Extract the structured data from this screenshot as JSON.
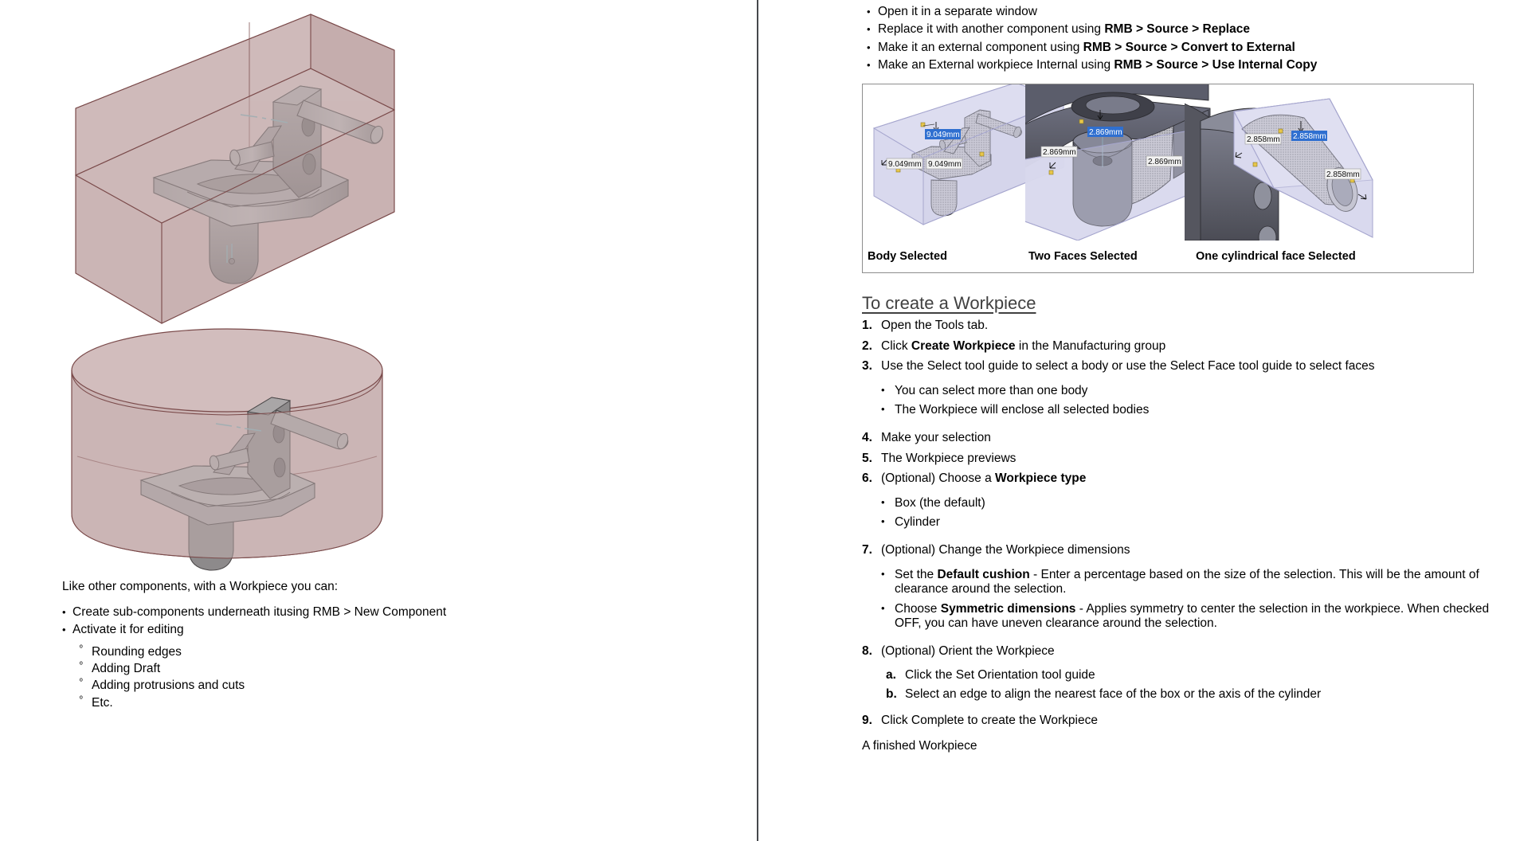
{
  "left_column": {
    "figures": [
      {
        "name": "box-workpiece-illustration",
        "type": "box",
        "alt": "Part enclosed in a transparent pink rectangular box workpiece"
      },
      {
        "name": "cylinder-workpiece-illustration",
        "type": "cylinder",
        "alt": "Part enclosed in a transparent pink cylindrical workpiece"
      }
    ],
    "lead_line": "Like other components, with a Workpiece you can:",
    "bullets": [
      {
        "marker": "•",
        "text": "Create sub-components underneath itusing RMB > New Component"
      },
      {
        "marker": "•",
        "text": "Activate it for editing"
      }
    ],
    "sub_bullets": [
      {
        "marker": "º",
        "text": "Rounding edges"
      },
      {
        "marker": "º",
        "text": "Adding Draft"
      },
      {
        "marker": "º",
        "text": "Adding protrusions and cuts"
      },
      {
        "marker": "º",
        "text": "Etc."
      }
    ]
  },
  "right_column": {
    "top_bullets": [
      {
        "marker": "•",
        "plain_prefix": "Open it in a separate window",
        "bold": "",
        "plain_suffix": ""
      },
      {
        "marker": "•",
        "plain_prefix": "Replace it with another component using ",
        "bold": "RMB > Source > Replace",
        "plain_suffix": ""
      },
      {
        "marker": "•",
        "plain_prefix": "Make it an external component using ",
        "bold": "RMB > Source > Convert to External",
        "plain_suffix": ""
      },
      {
        "marker": "•",
        "plain_prefix": "Make an External workpiece Internal using ",
        "bold": "RMB > Source > Use Internal Copy",
        "plain_suffix": ""
      }
    ],
    "image_panel": {
      "captions": [
        "Body Selected",
        "Two Faces Selected",
        "One cylindrical face Selected"
      ],
      "figures": [
        {
          "name": "body-selected-figure",
          "dimension_labels": [
            {
              "value": "9.049mm",
              "highlighted": true
            },
            {
              "value": "9.049mm",
              "highlighted": false
            },
            {
              "value": "9.049mm",
              "highlighted": false
            }
          ]
        },
        {
          "name": "two-faces-selected-figure",
          "dimension_labels": [
            {
              "value": "2.869mm",
              "highlighted": true
            },
            {
              "value": "2.869mm",
              "highlighted": false
            },
            {
              "value": "2.869mm",
              "highlighted": false
            }
          ]
        },
        {
          "name": "one-cylindrical-face-selected-figure",
          "dimension_labels": [
            {
              "value": "2.858mm",
              "highlighted": true
            },
            {
              "value": "2.858mm",
              "highlighted": false
            },
            {
              "value": "2.858mm",
              "highlighted": false
            }
          ]
        }
      ]
    },
    "section_heading": "To create a Workpiece",
    "steps": [
      {
        "num": "1.",
        "plain_prefix": "Open the Tools tab.",
        "bold": "",
        "plain_suffix": ""
      },
      {
        "num": "2.",
        "plain_prefix": "Click ",
        "bold": "Create Workpiece",
        "plain_suffix": " in the Manufacturing group"
      },
      {
        "num": "3.",
        "plain_prefix": "Use the Select tool guide to select a body or use the Select Face tool guide to select faces",
        "bold": "",
        "plain_suffix": ""
      }
    ],
    "step3_sub": [
      {
        "marker": "•",
        "text": "You can select more than one body"
      },
      {
        "marker": "•",
        "text": "The Workpiece will enclose all selected bodies"
      }
    ],
    "steps_mid": [
      {
        "num": "4.",
        "plain_prefix": "Make your selection",
        "bold": "",
        "plain_suffix": ""
      },
      {
        "num": "5.",
        "plain_prefix": "The Workpiece previews",
        "bold": "",
        "plain_suffix": ""
      },
      {
        "num": "6.",
        "plain_prefix": "(Optional) Choose a ",
        "bold": "Workpiece type",
        "plain_suffix": ""
      }
    ],
    "step6_sub": [
      {
        "marker": "•",
        "text": "Box (the default)"
      },
      {
        "marker": "•",
        "text": "Cylinder"
      }
    ],
    "step7": {
      "num": "7.",
      "plain_prefix": "(Optional) Change the Workpiece dimensions",
      "bold": "",
      "plain_suffix": ""
    },
    "step7_sub": [
      {
        "marker": "•",
        "plain_prefix": "Set the ",
        "bold": "Default cushion",
        "plain_suffix": " - Enter a percentage based on the size of the selection. This will be the amount of clearance around the selection."
      },
      {
        "marker": "•",
        "plain_prefix": "Choose ",
        "bold": "Symmetric dimensions",
        "plain_suffix": " - Applies symmetry to center the selection in the workpiece. When checked OFF, you can have uneven clearance around the selection."
      }
    ],
    "step8": {
      "num": "8.",
      "plain_prefix": "(Optional) Orient the Workpiece",
      "bold": "",
      "plain_suffix": ""
    },
    "step8_sub": [
      {
        "letter": "a.",
        "text": "Click the Set Orientation tool guide"
      },
      {
        "letter": "b.",
        "text": "Select an edge to align the nearest face of the box or the axis of the cylinder"
      }
    ],
    "step9": {
      "num": "9.",
      "plain_prefix": "Click Complete to create the Workpiece",
      "bold": "",
      "plain_suffix": ""
    },
    "closing_note": "A finished Workpiece"
  },
  "colors": {
    "page_background": "#ffffff",
    "text": "#000000",
    "heading": "#404040",
    "divider": "#45484c",
    "panel_border": "#8d8d8d",
    "workpiece_pink_fill": "#cbb5b5",
    "workpiece_pink_edge": "#7a4a4a",
    "part_gray": "#8d8a8b",
    "part_gray_dark": "#6e6c6d",
    "workpiece_lavender_fill": "#d6d6ec",
    "workpiece_lavender_edge": "#9a9ac4",
    "dim_highlight_bg": "#2f6fd0",
    "dim_highlight_text": "#ffffff",
    "dim_label_bg": "#f2f2f2",
    "marker_yellow": "#e8c64a",
    "solid_body_dark": "#4f5059",
    "solid_body_mid": "#7b7d8c"
  }
}
